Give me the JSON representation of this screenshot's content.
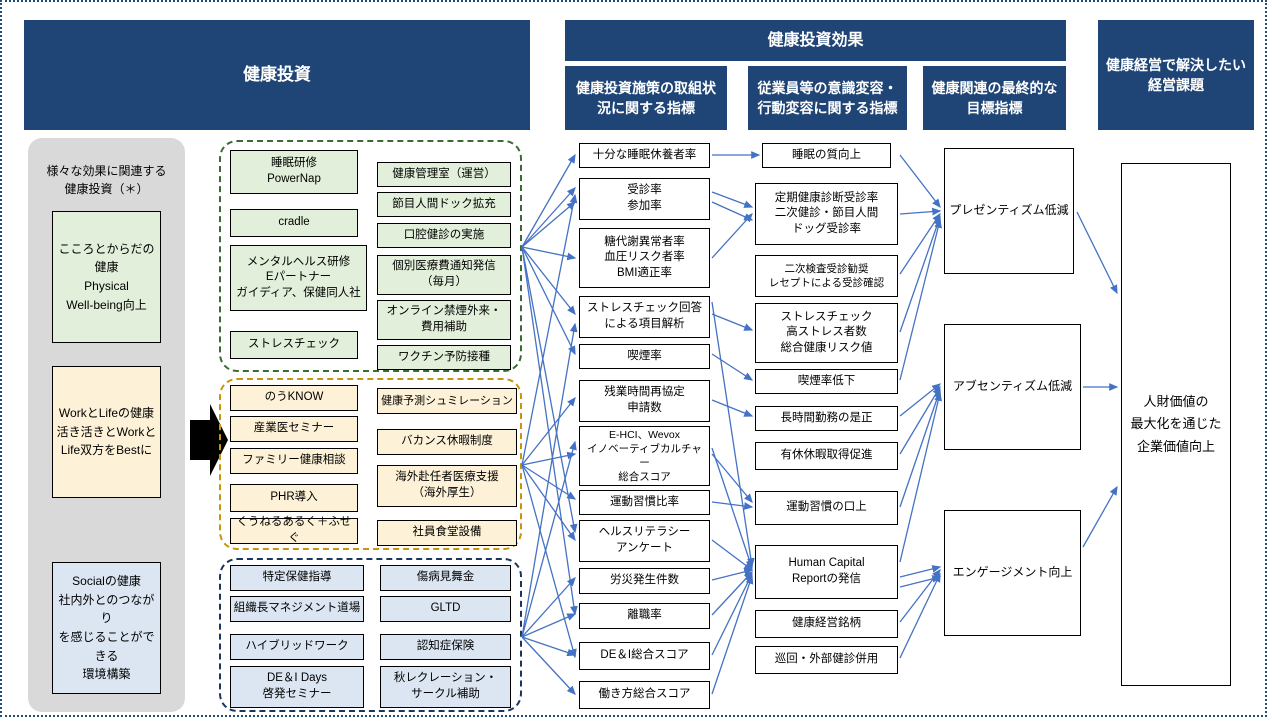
{
  "headers": {
    "investment": "健康投資",
    "effect": "健康投資効果",
    "col_measures": "健康投資施策の取組状\n況に関する指標",
    "col_awareness": "従業員等の意識変容・\n行動変容に関する指標",
    "col_final": "健康関連の最終的な\n目標指標",
    "col_issue": "健康経営で解決したい\n経営課題"
  },
  "left_panel": {
    "title": "様々な効果に関連する\n健康投資（＊）",
    "categories": [
      {
        "label": "こころとからだの健康\nPhysical\nWell-being向上",
        "color": "green"
      },
      {
        "label": "WorkとLifeの健康\n活き活きとWorkと\nLife双方をBestに",
        "color": "yellow"
      },
      {
        "label": "Socialの健康\n社内外とのつながり\nを感じることができる\n環境構築",
        "color": "blue"
      }
    ]
  },
  "groups": [
    {
      "color": "green",
      "left_items": [
        "睡眠研修\nPowerNap",
        "cradle",
        "メンタルヘルス研修\nEパートナー\nガイディア、保健同人社",
        "ストレスチェック"
      ],
      "right_items": [
        "健康管理室（運営）",
        "節目人間ドック拡充",
        "口腔健診の実施",
        "個別医療費通知発信\n（毎月）",
        "オンライン禁煙外来・\n費用補助",
        "ワクチン予防接種"
      ]
    },
    {
      "color": "yellow",
      "left_items": [
        "のうKNOW",
        "産業医セミナー",
        "ファミリー健康相談",
        "PHR導入",
        "くうねるあるく＋ふせぐ"
      ],
      "right_items": [
        "健康予測シュミレーション",
        "バカンス休暇制度",
        "海外赴任者医療支援\n（海外厚生）",
        "社員食堂設備"
      ]
    },
    {
      "color": "blue",
      "left_items": [
        "特定保健指導",
        "組織長マネジメント道場",
        "ハイブリッドワーク",
        "DE＆I Days\n啓発セミナー"
      ],
      "right_items": [
        "傷病見舞金",
        "GLTD",
        "認知症保険",
        "秋レクレーション・\nサークル補助"
      ]
    }
  ],
  "measure_indicators": [
    "十分な睡眠休養者率",
    "受診率\n参加率",
    "糖代謝異常者率\n血圧リスク者率\nBMI適正率",
    "ストレスチェック回答\nによる項目解析",
    "喫煙率",
    "残業時間再協定\n申請数",
    "E-HCI、Wevox\nイノベーティブカルチャー\n総合スコア",
    "運動習慣比率",
    "ヘルスリテラシー\nアンケート",
    "労災発生件数",
    "離職率",
    "DE＆I総合スコア",
    "働き方総合スコア"
  ],
  "awareness_indicators": [
    "睡眠の質向上",
    "定期健康診断受診率\n二次健診・節目人間\nドッグ受診率",
    "二次検査受診勧奨\nレセプトによる受診確認",
    "ストレスチェック\n高ストレス者数\n総合健康リスク値",
    "喫煙率低下",
    "長時間勤務の是正",
    "有休休暇取得促進",
    "運動習慣の口上",
    "Human Capital\nReportの発信",
    "健康経営銘柄",
    "巡回・外部健診併用"
  ],
  "final_goals": [
    "プレゼンティズム低減",
    "アブセンティズム低減",
    "エンゲージメント向上"
  ],
  "business_issue": "人財価値の\n最大化を通じた\n企業価値向上",
  "colors": {
    "header_navy": "#1f4576",
    "green_fill": "#e2efda",
    "yellow_fill": "#fdf2d7",
    "blue_fill": "#dce6f2",
    "gray_panel": "#d9d9d9",
    "arrow_blue": "#4472c4",
    "green_dash": "#3b6b35",
    "yellow_dash": "#c8960c",
    "blue_dash": "#17375e",
    "outer_border": "#1f4e79"
  }
}
